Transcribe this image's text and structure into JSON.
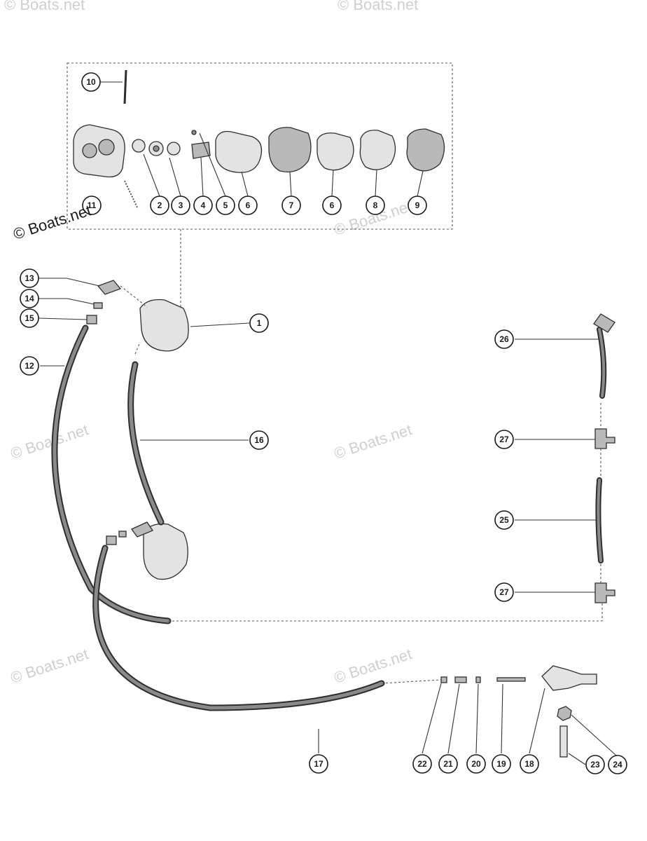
{
  "copyright": "© Boats.net",
  "watermark": "© Boats.net",
  "callouts": [
    {
      "id": "c1",
      "label": "1"
    },
    {
      "id": "c2",
      "label": "2"
    },
    {
      "id": "c3",
      "label": "3"
    },
    {
      "id": "c4",
      "label": "4"
    },
    {
      "id": "c5",
      "label": "5"
    },
    {
      "id": "c6a",
      "label": "6"
    },
    {
      "id": "c7",
      "label": "7"
    },
    {
      "id": "c6b",
      "label": "6"
    },
    {
      "id": "c8",
      "label": "8"
    },
    {
      "id": "c9",
      "label": "9"
    },
    {
      "id": "c10",
      "label": "10"
    },
    {
      "id": "c11",
      "label": "11"
    },
    {
      "id": "c12",
      "label": "12"
    },
    {
      "id": "c13",
      "label": "13"
    },
    {
      "id": "c14",
      "label": "14"
    },
    {
      "id": "c15",
      "label": "15"
    },
    {
      "id": "c16",
      "label": "16"
    },
    {
      "id": "c17",
      "label": "17"
    },
    {
      "id": "c18",
      "label": "18"
    },
    {
      "id": "c19",
      "label": "19"
    },
    {
      "id": "c20",
      "label": "20"
    },
    {
      "id": "c21",
      "label": "21"
    },
    {
      "id": "c22",
      "label": "22"
    },
    {
      "id": "c23",
      "label": "23"
    },
    {
      "id": "c24",
      "label": "24"
    },
    {
      "id": "c25",
      "label": "25"
    },
    {
      "id": "c26",
      "label": "26"
    },
    {
      "id": "c27a",
      "label": "27"
    },
    {
      "id": "c27b",
      "label": "27"
    }
  ]
}
